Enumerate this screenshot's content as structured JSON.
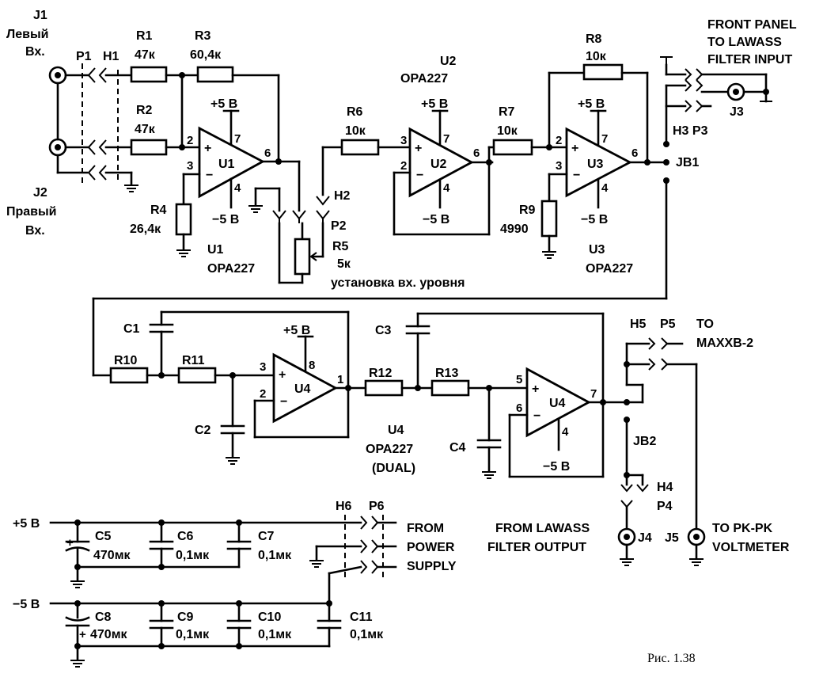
{
  "figure_caption": "Рис. 1.38",
  "inputs": {
    "j1": "J1",
    "j1_line1": "Левый",
    "j1_line2": "Вх.",
    "j2": "J2",
    "j2_line1": "Правый",
    "j2_line2": "Вх."
  },
  "connectors": {
    "p1": "P1",
    "h1": "H1",
    "h2": "H2",
    "p2": "P2",
    "h3p3": "H3  P3",
    "j3": "J3",
    "h5": "H5",
    "p5": "P5",
    "h4": "H4",
    "p4": "P4",
    "h6": "H6",
    "p6": "P6",
    "j4": "J4",
    "j5": "J5",
    "jb1": "JB1",
    "jb2": "JB2"
  },
  "front_panel": [
    "FRONT PANEL",
    "TO LAWASS",
    "FILTER INPUT"
  ],
  "to_maxxb": [
    "TO",
    "MAXXB-2"
  ],
  "from_lawass": [
    "FROM LAWASS",
    "FILTER  OUTPUT"
  ],
  "to_voltmeter": [
    "TO PK-PK",
    "VOLTMETER"
  ],
  "from_power": [
    "FROM",
    "POWER",
    "SUPPLY"
  ],
  "resistors": {
    "r1": "R1",
    "r1v": "47к",
    "r2": "R2",
    "r2v": "47к",
    "r3": "R3",
    "r3v": "60,4к",
    "r4": "R4",
    "r4v": "26,4к",
    "r5": "R5",
    "r5v": "5к",
    "r5note": "установка вх. уровня",
    "r6": "R6",
    "r6v": "10к",
    "r7": "R7",
    "r7v": "10к",
    "r8": "R8",
    "r8v": "10к",
    "r9": "R9",
    "r9v": "4990",
    "r10": "R10",
    "r11": "R11",
    "r12": "R12",
    "r13": "R13"
  },
  "caps": {
    "c1": "C1",
    "c2": "C2",
    "c3": "C3",
    "c4": "C4",
    "c5": "C5",
    "c5v": "470мк",
    "c6": "C6",
    "c6v": "0,1мк",
    "c7": "C7",
    "c7v": "0,1мк",
    "c8": "C8",
    "c8v": "470мк",
    "c9": "C9",
    "c9v": "0,1мк",
    "c10": "C10",
    "c10v": "0,1мк",
    "c11": "C11",
    "c11v": "0,1мк"
  },
  "opamps": {
    "u1": "U1",
    "u1_ref": "U1",
    "u1_part": "OPA227",
    "u2": "U2",
    "u2_ref": "U2",
    "u2_part": "OPA227",
    "u3": "U3",
    "u3_ref": "U3",
    "u3_part": "OPA227",
    "u4a": "U4",
    "u4b": "U4",
    "u4_ref": "U4",
    "u4_part": "OPA227",
    "u4_note": "(DUAL)"
  },
  "supply": {
    "pos": "+5 В",
    "neg": "−5 В",
    "rail_pos": "+5 В",
    "rail_neg": "−5 В"
  },
  "pins": {
    "plus": "+",
    "minus": "−",
    "p1": "1",
    "p2": "2",
    "p3": "3",
    "p4": "4",
    "p5": "5",
    "p6": "6",
    "p7": "7",
    "p8": "8"
  }
}
